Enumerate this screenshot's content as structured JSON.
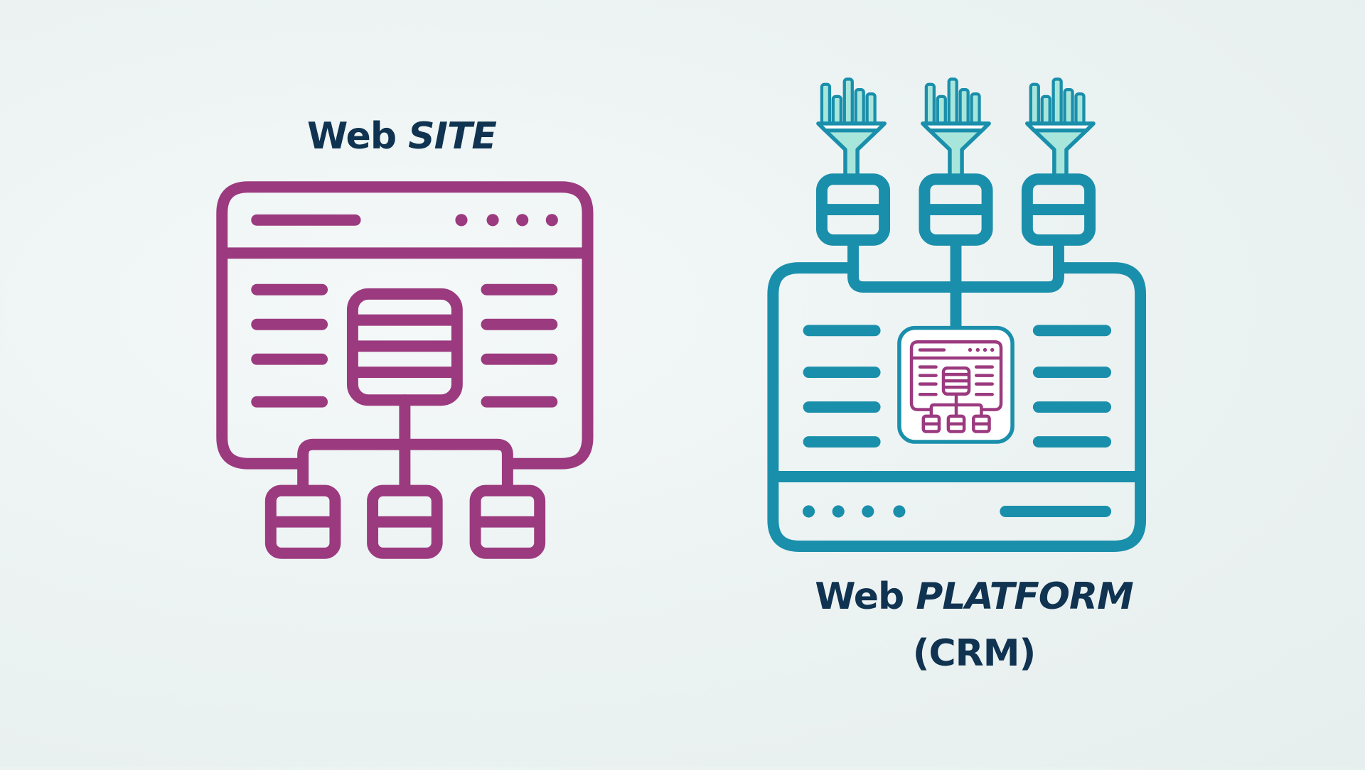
{
  "diagram": {
    "website": {
      "title_plain": "Web",
      "title_emphasis": "SITE",
      "color": "#9b3a7f"
    },
    "platform": {
      "title_plain": "Web",
      "title_emphasis": "PLATFORM",
      "subtitle": "(CRM)",
      "color": "#1a8fab",
      "funnel_fill": "#a8e6dc"
    },
    "text_color": "#0f3350",
    "icons": [
      "website-icon",
      "platform-icon",
      "funnel-icon",
      "database-icon",
      "embedded-website-icon"
    ]
  }
}
